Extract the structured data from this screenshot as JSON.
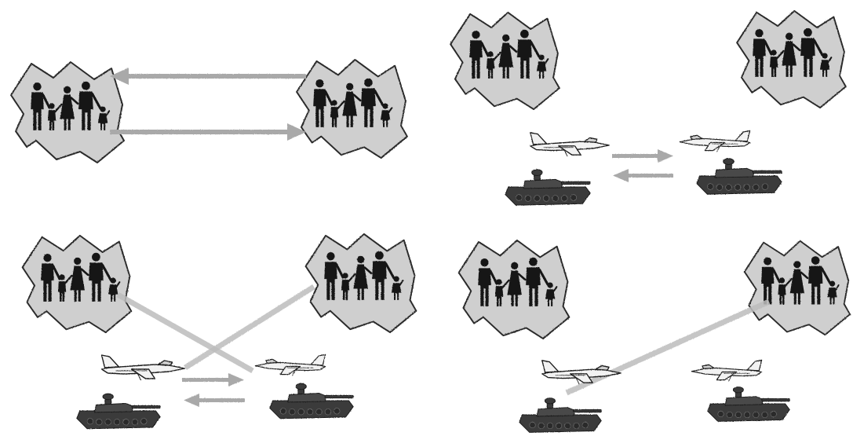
{
  "figure": {
    "panels": [
      {
        "id": "a",
        "groups": [
          "family",
          "family"
        ],
        "exchanges": [
          "left",
          "right"
        ],
        "military": false,
        "strikes": []
      },
      {
        "id": "b",
        "groups": [
          "family",
          "family"
        ],
        "exchanges": [
          "right",
          "left"
        ],
        "military": true,
        "strikes": []
      },
      {
        "id": "c",
        "groups": [
          "family",
          "family"
        ],
        "exchanges": [
          "right",
          "left"
        ],
        "military": true,
        "strikes": [
          "left-jet-to-right-population",
          "right-jet-to-left-population"
        ]
      },
      {
        "id": "d",
        "groups": [
          "family",
          "family"
        ],
        "exchanges": [],
        "military": true,
        "strikes": [
          "left-jet-to-right-population"
        ]
      }
    ],
    "icons": [
      "territory-blob",
      "family-silhouette",
      "fighter-jet-icon",
      "tank-icon",
      "arrow-icon",
      "strike-line"
    ],
    "colors": {
      "territory_fill": "#cfcfcf",
      "territory_stroke": "#2a2a2a",
      "silhouette": "#151515",
      "arrow": "#a9a9a9",
      "strike": "#bdbdbd",
      "tank": "#3a3a3a",
      "jet": "#f2f2f2"
    }
  }
}
